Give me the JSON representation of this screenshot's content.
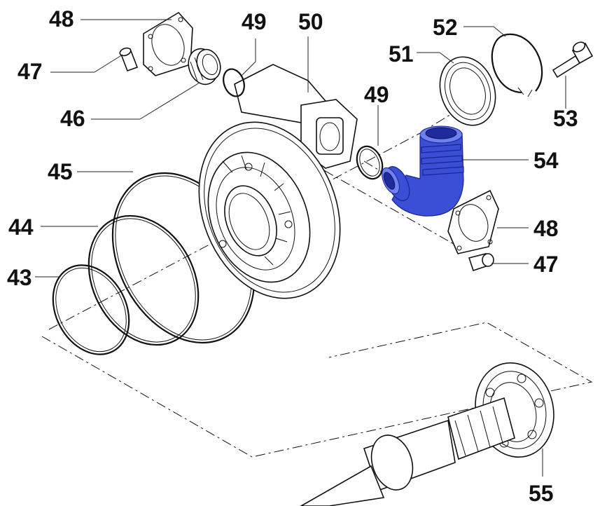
{
  "callouts": {
    "p48a": "48",
    "p47a": "47",
    "p46": "46",
    "p49a": "49",
    "p50": "50",
    "p51": "51",
    "p52": "52",
    "p53": "53",
    "p49b": "49",
    "p54": "54",
    "p45": "45",
    "p44": "44",
    "p43": "43",
    "p48b": "48",
    "p47b": "47",
    "p55": "55"
  },
  "highlight_color": "#3a4fd6",
  "highlighted_part": "54"
}
